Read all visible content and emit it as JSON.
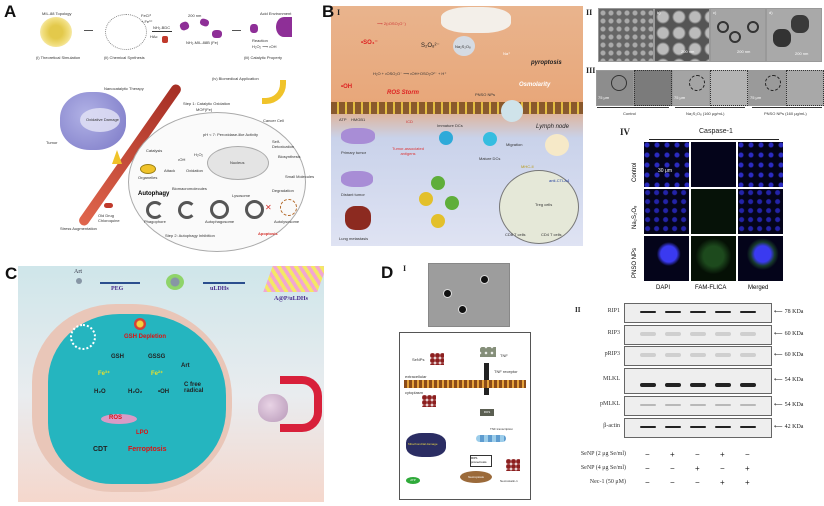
{
  "panels": {
    "A": {
      "letter": "A",
      "steps": {
        "i_topology": "MIL-88 Topology",
        "i": "(i) Theoretical Simulation",
        "ii": "(ii) Chemical Synthesis",
        "ii_note1": "FeCl³",
        "ii_note2": "+ Fe³⁺",
        "ii_note3": "NH₂-BDC",
        "ii_note4": "HAc",
        "ii_product": "NH₂-MIL-88B (Fe)",
        "ii_scale": "200 nm",
        "iii": "(iii) Catalytic Property",
        "iii_env": "Acid Environment",
        "iii_reaction": "Reaction",
        "iii_eq": "H₂O₂ ⟶ •OH",
        "iv": "(iv) Biomedical Application"
      },
      "labels": {
        "nanocatalytic": "Nanocatalytic Therapy",
        "tumor": "Tumor",
        "oxidative": "Oxidative Damage",
        "step1": "Step 1: Catalytic Oxidation",
        "mof": "MOF(Fe)",
        "cancer_cell": "Cancer Cell",
        "ph": "pH < 7: Peroxidase-like Activity",
        "self_detox": "Self-Detoxication",
        "nucleus": "Nucleus",
        "catalysis": "Catalysis",
        "h2o2": "H₂O₂",
        "oh": "•OH",
        "attack": "Attack",
        "oxidation": "Oxidation",
        "organelles": "Organelles",
        "biomacro": "Biomacromolecules",
        "autophagy": "Autophagy",
        "biosynthesis": "Biosynthesis",
        "small_mol": "Small Molecules",
        "degradation": "Degradation",
        "lysosome": "Lysosome",
        "phagophore": "Phagophore",
        "autophagosome": "Autophagosome",
        "autolysosome": "Autolysosome",
        "apoptosis": "Apoptosis",
        "step2": "Step 2: Autophagy Inhibition",
        "drug": "Old Drug Chloroquine",
        "stress": "Stress Augmentation"
      }
    },
    "B": {
      "letter": "B",
      "sub_i": "I",
      "sub_ii": "II",
      "sub_iii": "III",
      "sub_iv": "IV",
      "scheme": {
        "eq1": "⟶ 2(•OSO₂O⁻)",
        "so4": "•SO₄⁻",
        "s2o8": "S₂O₈²⁻",
        "na2s2o8": "Na₂S₂O₈",
        "na": "Na⁺",
        "eq2": "H₂O + •OSO₂O⁻ ⟶ •OH+OSO₂O²⁻ + H⁺",
        "oh": "•OH",
        "pyroptosis": "pyroptosis",
        "osmolarity": "Osmolarity",
        "ros_storm": "ROS Storm",
        "pnso": "PNSO NPs",
        "icd": "ICD",
        "atp": "ATP",
        "hmgb1": "HMGB1",
        "immature": "Immature DCs",
        "lymph": "Lymph node",
        "primary": "Primary tumor",
        "taa": "Tumor-associated antigens",
        "mature": "Mature DCs",
        "migration": "Migration",
        "mhc": "MHC-II",
        "anti_ctla4": "anti-CTLA4",
        "distant": "Distant tumor",
        "treg": "Treg cells",
        "cd8": "CD8 T cells",
        "cd4": "CD4 T cells",
        "lung": "Lung metastasis"
      },
      "em": {
        "labels": [
          "a)",
          "b)",
          "c)",
          "d)"
        ],
        "scales": [
          "",
          "200 nm",
          "200 nm",
          "200 nm"
        ]
      },
      "cells": {
        "scale": "75 μm",
        "groups": [
          "Control",
          "Na₂S₂O₈ (160 μg/mL)",
          "PNSO NPs (160 μg/mL)"
        ]
      },
      "fluor": {
        "title": "Caspase-1",
        "rows": [
          "Control",
          "Na₂S₂O₈",
          "PNSO NPs"
        ],
        "cols": [
          "DAPI",
          "FAM-FLICA",
          "Merged"
        ],
        "scale": "30 μm"
      }
    },
    "C": {
      "letter": "C",
      "art": "Art",
      "peg": "PEG",
      "uldhs": "uLDHs",
      "product": "A@P/uLDHs",
      "gsh_depletion": "GSH Depletion",
      "gsh": "GSH",
      "gssg": "GSSG",
      "fe3": "Fe³⁺",
      "fe2": "Fe²⁺",
      "art2": "Art",
      "h2o": "H₂O",
      "h2o2": "H₂O₂",
      "oh": "•OH",
      "cfree": "C free radical",
      "ros": "ROS",
      "lpo": "LPO",
      "cdt": "CDT",
      "ferroptosis": "Ferroptosis"
    },
    "D": {
      "letter": "D",
      "sub_i": "I",
      "sub_ii": "II",
      "pathway": {
        "senps": "SeNPs",
        "tnf": "TNF",
        "tnfr": "TNF receptor",
        "extracellular": "extracellular",
        "cytoplasm": "cytoplasm",
        "ros": "ROS",
        "mito": "Mitochondrial damage",
        "tnf_tx": "TNF transcription",
        "rip": "RIP1 pronecrosis",
        "necroptosis": "Necroptosis",
        "atp": "ATP",
        "nec1": "Necrostatin-1"
      },
      "blot": {
        "proteins": [
          {
            "name": "RIP1",
            "size": "78 KDa"
          },
          {
            "name": "RIP3",
            "size": "60 KDa"
          },
          {
            "name": "pRIP3",
            "size": "60 KDa"
          },
          {
            "name": "MLKL",
            "size": "54 KDa"
          },
          {
            "name": "pMLKL",
            "size": "54 KDa"
          },
          {
            "name": "β-actin",
            "size": "42 KDa"
          }
        ],
        "arrow": "⟵",
        "treatments": [
          {
            "name": "SeNP (2 μg Se/ml)",
            "signs": [
              "−",
              "+",
              "−",
              "+",
              "−"
            ]
          },
          {
            "name": "SeNP (4 μg Se/ml)",
            "signs": [
              "−",
              "−",
              "+",
              "−",
              "+"
            ]
          },
          {
            "name": "Nec-1 (50 μM)",
            "signs": [
              "−",
              "−",
              "−",
              "+",
              "+"
            ]
          }
        ]
      }
    }
  }
}
